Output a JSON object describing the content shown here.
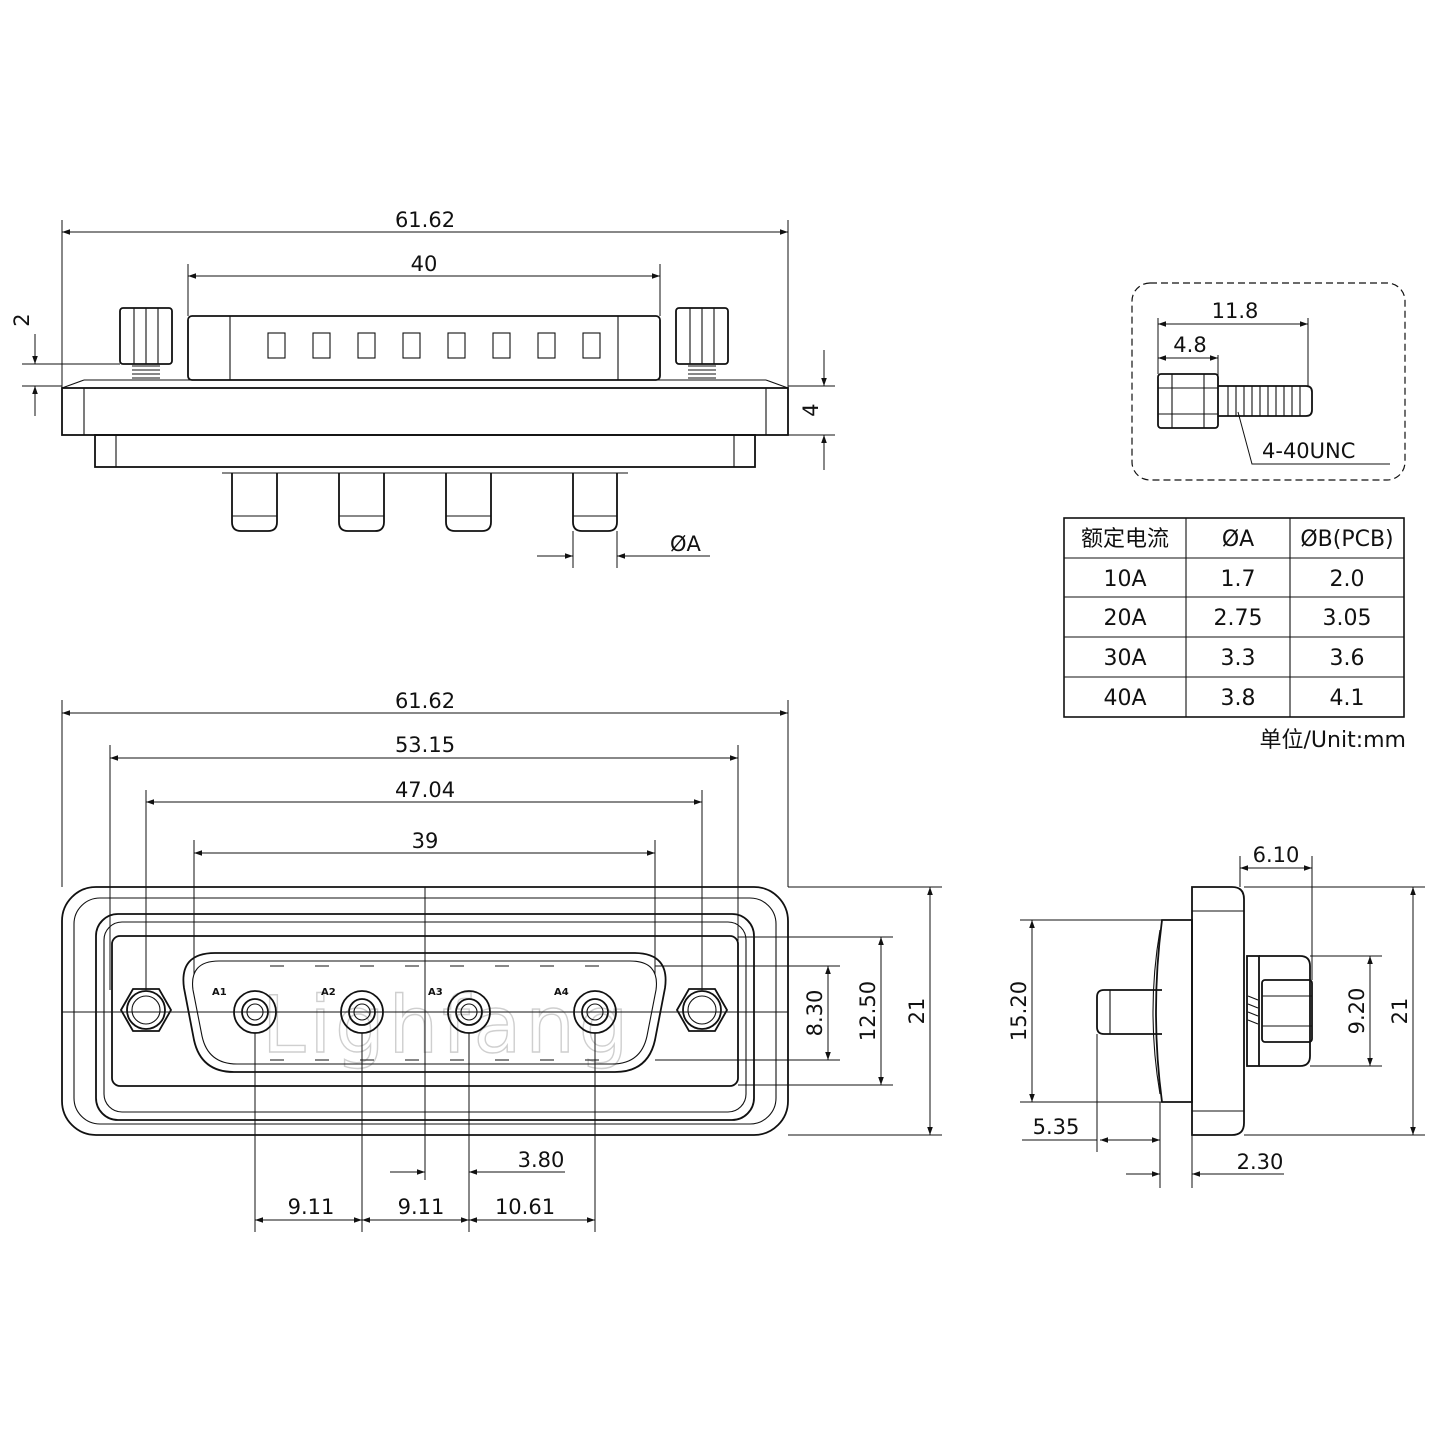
{
  "watermark": "Lighfang",
  "top_view": {
    "overall_width": "61.62",
    "shell_width": "40",
    "flange_step": "2",
    "flange_thickness": "4",
    "pin_diameter": "ØA"
  },
  "front_view": {
    "overall_width": "61.62",
    "mount_hole_spacing": "53.15",
    "screw_spacing": "47.04",
    "shell_opening": "39",
    "shell_height_inner": "8.30",
    "shell_height_outer": "12.50",
    "flange_height": "21",
    "pin_labels": [
      "A1",
      "A2",
      "A3",
      "A4"
    ],
    "pin_pitch_1": "9.11",
    "pin_pitch_2": "9.11",
    "pin_pitch_3": "10.61",
    "center_offset": "3.80"
  },
  "side_view": {
    "screw_length": "6.10",
    "body_height": "15.20",
    "screw_block_height": "9.20",
    "flange_height": "21",
    "pin_depth": "5.35",
    "flange_thickness": "2.30"
  },
  "screw_detail": {
    "total_length": "11.8",
    "head_length": "4.8",
    "thread": "4-40UNC"
  },
  "current_table": {
    "headers": [
      "额定电流",
      "ØA",
      "ØB(PCB)"
    ],
    "rows": [
      [
        "10A",
        "1.7",
        "2.0"
      ],
      [
        "20A",
        "2.75",
        "3.05"
      ],
      [
        "30A",
        "3.3",
        "3.6"
      ],
      [
        "40A",
        "3.8",
        "4.1"
      ]
    ],
    "unit_note": "单位/Unit:mm"
  }
}
